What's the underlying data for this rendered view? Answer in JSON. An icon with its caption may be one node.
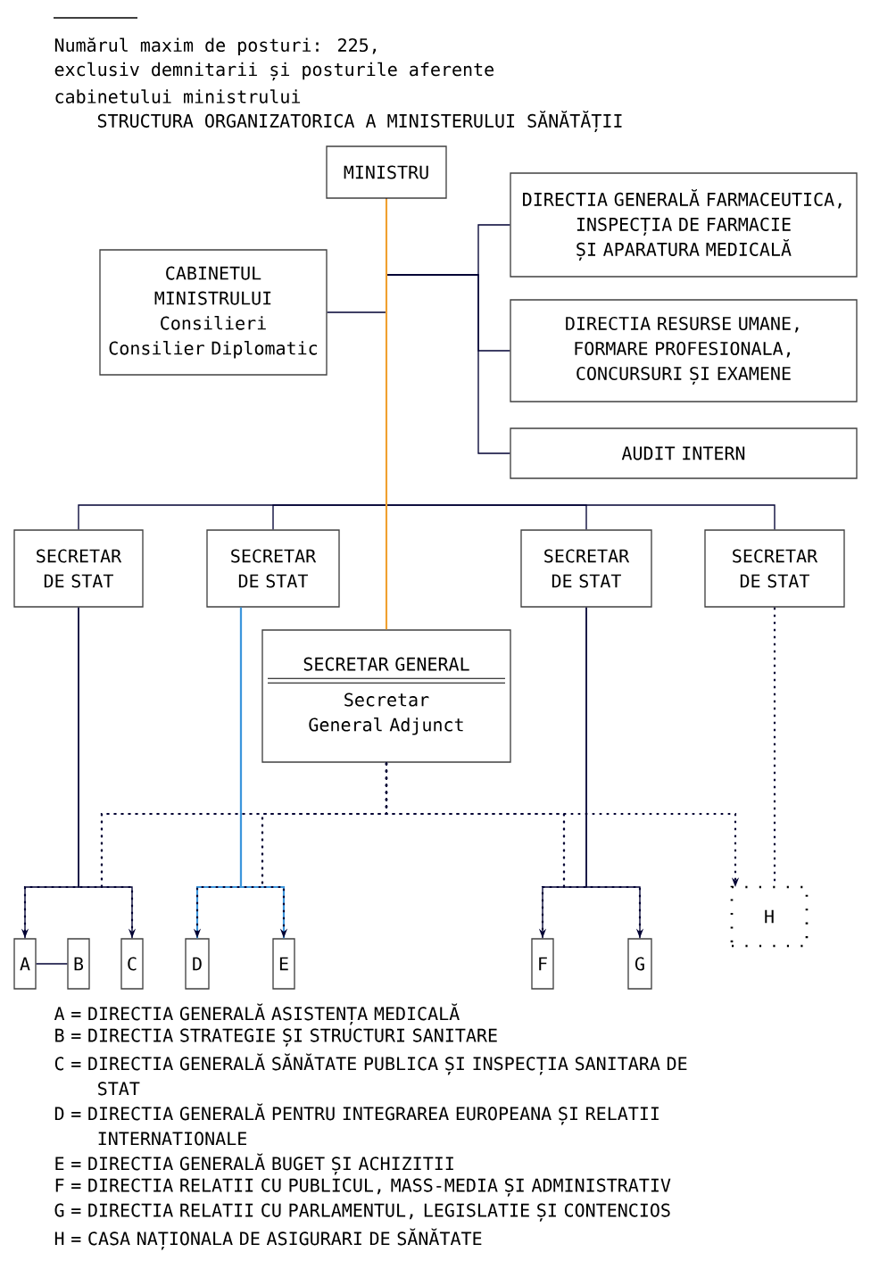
{
  "diagram": {
    "title": "STRUCTURA ORGANIZATORICA A MINISTERULUI SĂNĂTĂȚII",
    "nodes": [
      {
        "text": [
          "MINISTRU"
        ]
      },
      {
        "text": [
          "DIRECTIA GENERALĂ FARMACEUTICA, INSPECȚIA DE FARMACIE ȘI APARATURA MEDICALĂ"
        ]
      },
      {
        "text": [
          "CABINETUL MINISTRULUI",
          "Consilieri",
          "Consilier Diplomatic"
        ]
      },
      {
        "text": [
          "DIRECTIA RESURSE UMANE, FORMARE PROFESIONALA, CONCURSURI ȘI EXAMENE"
        ]
      },
      {
        "text": [
          "AUDIT INTERN"
        ]
      },
      {
        "text": [
          "SECRETAR DE STAT"
        ]
      },
      {
        "text": [
          "SECRETAR DE STAT"
        ]
      },
      {
        "text": [
          "SECRETAR DE STAT"
        ]
      },
      {
        "text": [
          "SECRETAR DE STAT"
        ]
      },
      {
        "text": [
          "SECRETAR GENERAL",
          "Secretar General Adjunct"
        ]
      },
      {
        "text": [
          "A"
        ]
      },
      {
        "text": [
          "B"
        ]
      },
      {
        "text": [
          "C"
        ]
      },
      {
        "text": [
          "D"
        ]
      },
      {
        "text": [
          "E"
        ]
      },
      {
        "text": [
          "F"
        ]
      },
      {
        "text": [
          "G"
        ]
      },
      {
        "text": [
          "H"
        ]
      }
    ],
    "edges": [
      {
        "from": 0,
        "to": 1,
        "arrow": "none"
      },
      {
        "from": 0,
        "to": 3,
        "arrow": "none"
      },
      {
        "from": 0,
        "to": 4,
        "arrow": "none"
      },
      {
        "from": 2,
        "to": 0,
        "arrow": "none"
      },
      {
        "from": 0,
        "to": 5,
        "arrow": "none"
      },
      {
        "from": 0,
        "to": 6,
        "arrow": "none"
      },
      {
        "from": 0,
        "to": 7,
        "arrow": "none"
      },
      {
        "from": 0,
        "to": 8,
        "arrow": "none"
      },
      {
        "from": 0,
        "to": 9,
        "arrow": "none",
        "color": "#f0a030"
      },
      {
        "from": 5,
        "to": 10,
        "arrow": "none"
      },
      {
        "from": 5,
        "to": 12,
        "arrow": "none"
      },
      {
        "from": 10,
        "to": 11,
        "arrow": "none"
      },
      {
        "from": 6,
        "to": 13,
        "arrow": "none",
        "color": "#3c96dc"
      },
      {
        "from": 6,
        "to": 14,
        "arrow": "none",
        "color": "#3c96dc"
      },
      {
        "from": 7,
        "to": 15,
        "arrow": "none"
      },
      {
        "from": 7,
        "to": 16,
        "arrow": "none"
      },
      {
        "from": 8,
        "to": 17,
        "arrow": "none",
        "style": "dashed"
      },
      {
        "from": 9,
        "to": 10,
        "arrow": "to",
        "style": "dashed"
      },
      {
        "from": 9,
        "to": 12,
        "arrow": "to",
        "style": "dashed"
      },
      {
        "from": 9,
        "to": 13,
        "arrow": "to",
        "style": "dashed"
      },
      {
        "from": 9,
        "to": 14,
        "arrow": "to",
        "style": "dashed"
      },
      {
        "from": 9,
        "to": 15,
        "arrow": "to",
        "style": "dashed"
      },
      {
        "from": 9,
        "to": 16,
        "arrow": "to",
        "style": "dashed"
      },
      {
        "from": 9,
        "to": 17,
        "arrow": "to",
        "style": "dashed"
      }
    ],
    "labels": [
      "Numărul maxim de posturi: 225,",
      "exclusiv demnitarii și posturile aferente",
      "cabinetului ministrului",
      "A = DIRECTIA GENERALĂ ASISTENȚA MEDICALĂ",
      "B = DIRECTIA STRATEGIE ȘI STRUCTURI SANITARE",
      "C = DIRECTIA GENERALĂ SĂNĂTATE PUBLICA ȘI INSPECȚIA SANITARA DE STAT",
      "D = DIRECTIA GENERALĂ PENTRU INTEGRAREA EUROPEANA ȘI RELATII INTERNATIONALE",
      "E = DIRECTIA GENERALĂ BUGET ȘI ACHIZITII",
      "F = DIRECTIA RELATII CU PUBLICUL, MASS-MEDIA ȘI ADMINISTRATIV",
      "G = DIRECTIA RELATII CU PARLAMENTUL, LEGISLATIE ȘI CONTENCIOS",
      "H = CASA NAȚIONALA DE ASIGURARI DE SĂNĂTATE"
    ]
  }
}
